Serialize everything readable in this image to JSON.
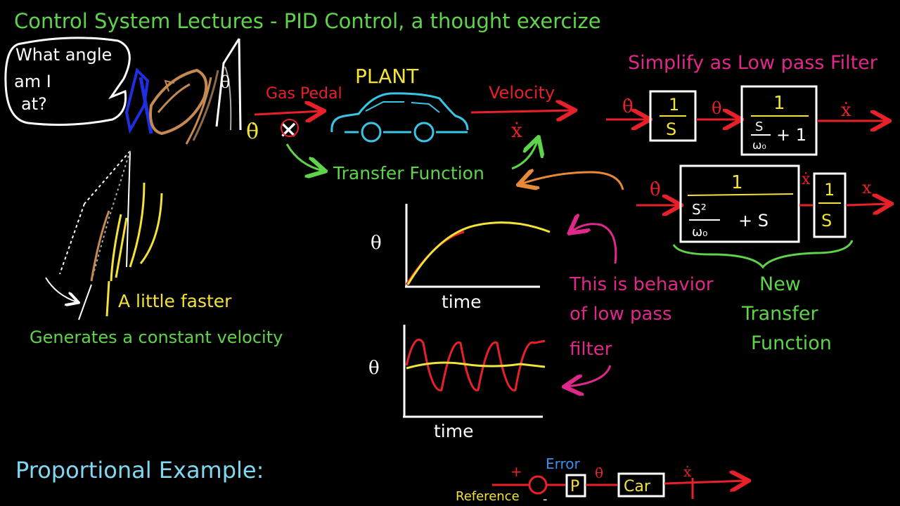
{
  "title": "Control System Lectures - PID Control, a thought exercize",
  "speech_bubble": {
    "line1": "What angle",
    "line2": "am I",
    "line3": "at?"
  },
  "theta_symbol": "θ",
  "top_diagram": {
    "input_label": "Gas Pedal",
    "plant_label": "PLANT",
    "output_label": "Velocity",
    "output_symbol": "ẋ",
    "input_symbol": "θ̇",
    "transfer_label": "Transfer Function"
  },
  "pedal_notes": {
    "faster": "A little faster",
    "constant": "Generates a constant velocity"
  },
  "simplify": {
    "heading": "Simplify as Low pass Filter",
    "in_symbol": "θ̇",
    "mid_symbol": "θ",
    "out_symbol": "ẋ",
    "block1_num": "1",
    "block1_den": "S",
    "block2_num": "1",
    "block2_den_frac_num": "S",
    "block2_den_frac_den": "ω₀",
    "block2_den_tail": "+ 1"
  },
  "new_tf": {
    "in_symbol": "θ̇",
    "mid_symbol": "ẋ",
    "out_symbol": "x",
    "block_num": "1",
    "block_den_frac_num": "S²",
    "block_den_frac_den": "ω₀",
    "block_den_tail": "+ S",
    "int_num": "1",
    "int_den": "S",
    "caption_line1": "New",
    "caption_line2": "Transfer",
    "caption_line3": "Function"
  },
  "plot1": {
    "ylabel": "θ",
    "xlabel": "time"
  },
  "plot2": {
    "ylabel": "θ",
    "xlabel": "time"
  },
  "behavior_note": {
    "line1": "This is behavior",
    "line2": "of low pass",
    "line3": "filter"
  },
  "proportional": {
    "heading": "Proportional Example:",
    "plus": "+",
    "error_label": "Error",
    "p_block": "P",
    "mid_symbol": "θ̇",
    "car_block": "Car",
    "out_symbol": "ẋ",
    "reference_label": "Reference",
    "minus": "-"
  },
  "colors": {
    "green": "#5fd34a",
    "red": "#e8202a",
    "yellow": "#f2e23a",
    "cyan": "#39c6e6",
    "magenta": "#e0288a",
    "white": "#ffffff",
    "orange": "#e8893a",
    "blue": "#1e2ee0",
    "brown": "#c58a52",
    "light_cyan": "#7fd8f0",
    "error_blue": "#3a8ee6"
  }
}
